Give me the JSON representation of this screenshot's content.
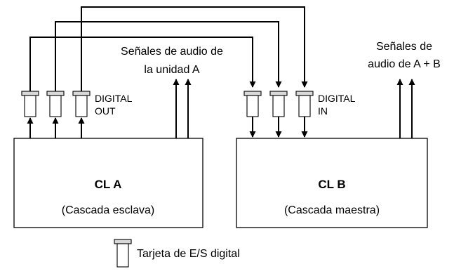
{
  "unit_a": {
    "title": "CL A",
    "subtitle": "(Cascada esclava)",
    "port_label_line1": "DIGITAL",
    "port_label_line2": "OUT",
    "signal_label_line1": "Señales de audio de",
    "signal_label_line2": "la unidad A"
  },
  "unit_b": {
    "title": "CL B",
    "subtitle": "(Cascada maestra)",
    "port_label_line1": "DIGITAL",
    "port_label_line2": "IN",
    "signal_label_line1": "Señales de",
    "signal_label_line2": "audio de A + B"
  },
  "legend": {
    "label": "Tarjeta de E/S digital",
    "icon": "io-card-icon"
  }
}
